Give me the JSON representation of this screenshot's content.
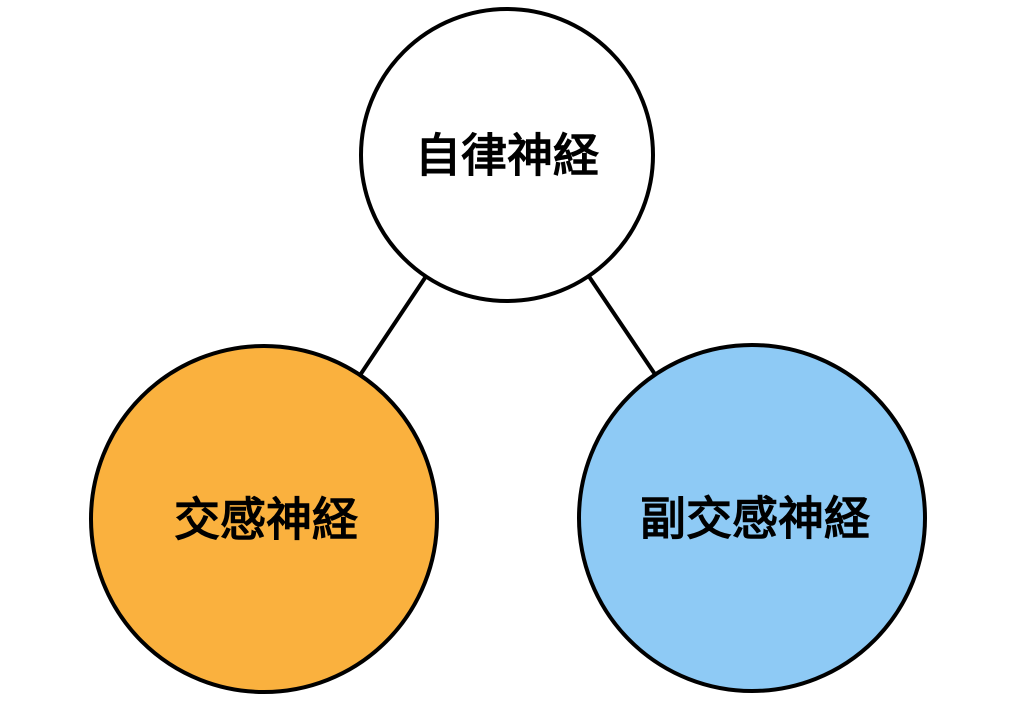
{
  "diagram": {
    "title": "autonomic-nervous-system-diagram",
    "stroke_color": "#000000",
    "background_color": "#ffffff",
    "nodes": {
      "autonomic": {
        "label": "自律神経",
        "fill": "#ffffff",
        "text_color": "#000000"
      },
      "sympathetic": {
        "label": "交感神経",
        "fill": "#fab13e",
        "text_color": "#000000"
      },
      "parasympathetic": {
        "label": "副交感神経",
        "fill": "#8ecaf5",
        "text_color": "#000000"
      }
    },
    "edges": [
      {
        "from": "autonomic",
        "to": "sympathetic"
      },
      {
        "from": "autonomic",
        "to": "parasympathetic"
      }
    ]
  }
}
